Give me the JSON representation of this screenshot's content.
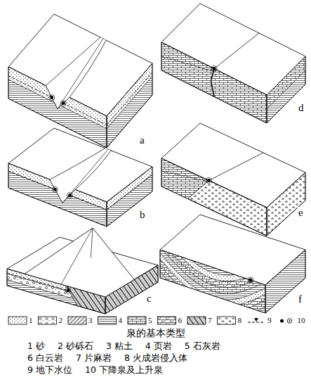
{
  "diagram": {
    "title": "泉的基本类型",
    "labels": [
      "a",
      "b",
      "c",
      "d",
      "e",
      "f",
      "1 砂",
      "2 砂砾石",
      "3 粘土",
      "4 页岩",
      "5 石灰岩",
      "6 白云岩",
      "7 片麻岩",
      "8 火成岩侵入体",
      "9 地下水位",
      "10 下降泉及上升泉"
    ],
    "legend": [
      {
        "text": "1"
      },
      {
        "text": "2"
      },
      {
        "text": "3"
      },
      {
        "text": "4"
      },
      {
        "text": "5"
      },
      {
        "text": "6"
      },
      {
        "text": "7"
      },
      {
        "text": "8"
      },
      {
        "text": "9"
      },
      {
        "text": "10"
      }
    ]
  }
}
